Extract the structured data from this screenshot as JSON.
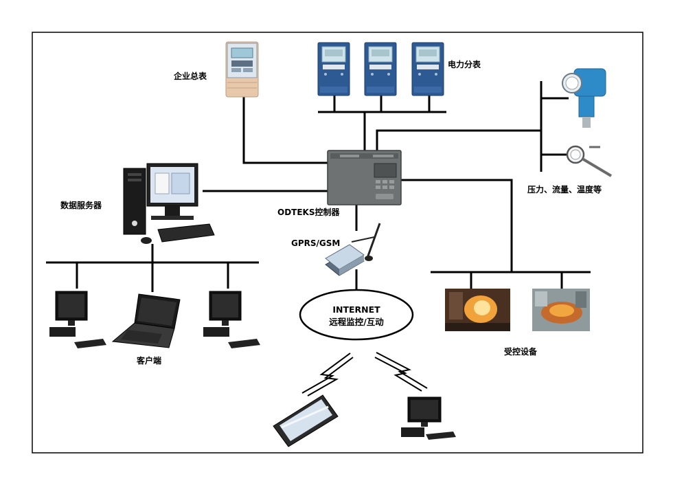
{
  "labels": {
    "enterprise_meter": "企业总表",
    "power_meters": "电力分表",
    "sensors": "压力、流量、温度等",
    "data_server": "数据服务器",
    "controller": "ODTEKS控制器",
    "gprs": "GPRS/GSM",
    "internet_title": "INTERNET",
    "internet_subtitle": "远程监控/互动",
    "controlled_devices": "受控设备",
    "clients": "客户端"
  },
  "icons": {
    "enterprise_meter": "meter-icon",
    "power_meter": "power-meter-icon",
    "pressure_sensor": "pressure-transmitter-icon",
    "thermometer": "thermometer-icon",
    "controller": "controller-icon",
    "server": "server-pc-icon",
    "modem": "gprs-modem-icon",
    "desktop": "desktop-pc-icon",
    "laptop": "laptop-icon",
    "phone": "smartphone-icon",
    "furnace": "furnace-icon"
  },
  "colors": {
    "meter_blue": "#2d5a93",
    "meter_screen": "#cfe3ea",
    "controller_gray": "#6f7273",
    "line": "#000000"
  }
}
